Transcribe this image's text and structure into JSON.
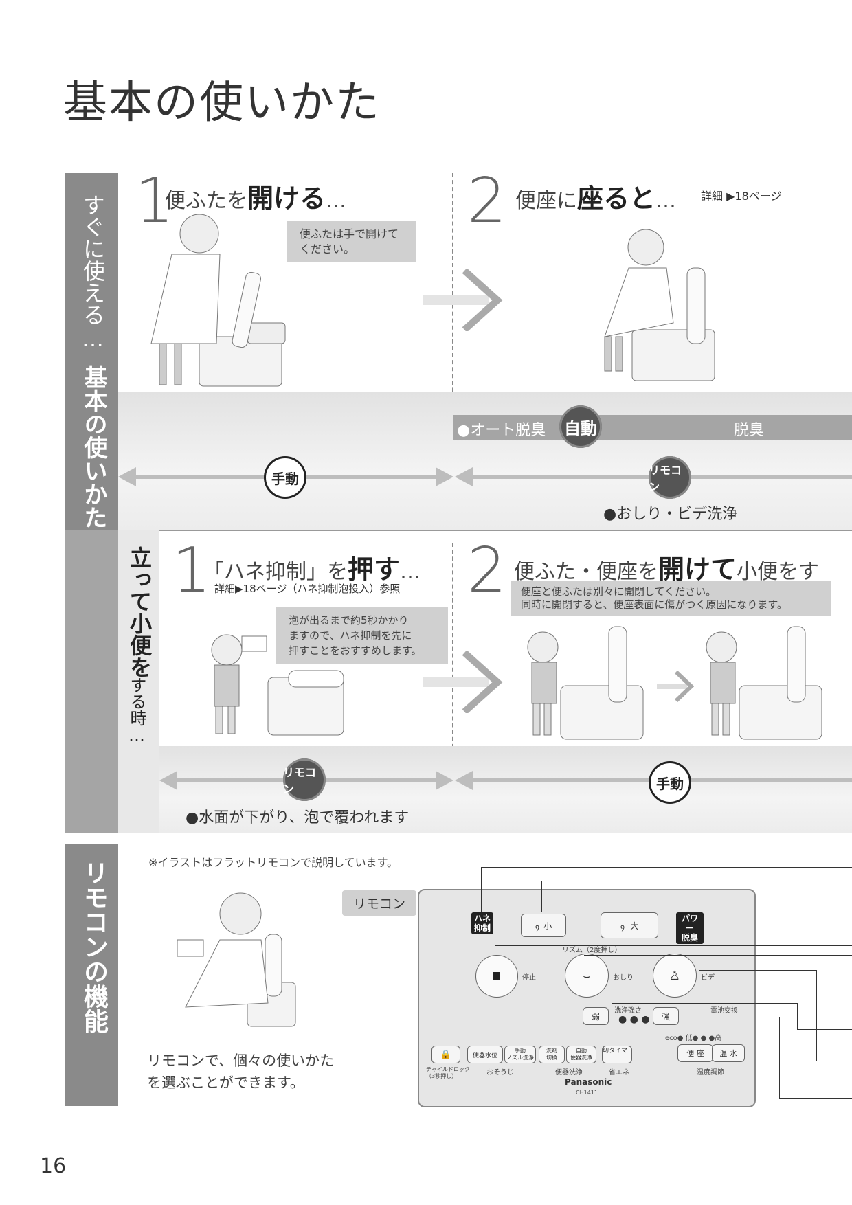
{
  "page": {
    "title": "基本の使いかた",
    "page_number": "16"
  },
  "sidebar": {
    "section1_a": "すぐに使える…",
    "section1_b": "基本の使いかた",
    "section2_a": "立って小便を",
    "section2_b": "する時…",
    "section3": "リモコンの機能"
  },
  "step1": {
    "number": "1",
    "text_a": "便ふたを",
    "text_bold": "開ける",
    "text_c": "…",
    "note": "便ふたは手で開けて\nください。"
  },
  "step2": {
    "number": "2",
    "text_a": "便座に",
    "text_bold": "座ると",
    "text_c": "…",
    "detail": "詳細 ▶18ページ"
  },
  "band1": {
    "auto_label": "●オート脱臭",
    "auto_badge": "自動",
    "deodorize": "脱臭",
    "manual_badge": "手動",
    "remote_badge": "リモコン",
    "remote_text": "●おしり・ビデ洗浄"
  },
  "step3": {
    "number": "1",
    "text_a": "「ハネ抑制」を",
    "text_bold": "押す",
    "text_c": "…",
    "detail": "詳細▶18ページ（ハネ抑制泡投入）参照",
    "note": "泡が出るまで約5秒かかり\nますので、ハネ抑制を先に\n押すことをおすすめします。"
  },
  "step4": {
    "number": "2",
    "text_a": "便ふた・便座を",
    "text_bold": "開けて",
    "text_c": "小便をする…",
    "note": "便座と便ふたは別々に開閉してください。\n同時に開閉すると、便座表面に傷がつく原因になります。"
  },
  "band2": {
    "remote_badge": "リモコン",
    "remote_text": "●水面が下がり、泡で覆われます",
    "manual_badge": "手動"
  },
  "remote_section": {
    "illust_note": "※イラストはフラットリモコンで説明しています。",
    "caption": "リモコンで、個々の使いかた\nを選ぶことができます。",
    "label": "リモコン"
  },
  "remote": {
    "hane": "ハネ\n抑制",
    "small": "小",
    "large": "大",
    "power": "パワー\n脱臭",
    "rhythm": "リズム（2度押し）",
    "stop": "停止",
    "oshiri": "おしり",
    "bidet": "ビデ",
    "weak": "弱",
    "strength": "洗浄強さ",
    "strong": "強",
    "battery": "電池交換",
    "eco": "eco● 低● ● ●高",
    "btn_water": "便器水位",
    "btn_nozzle": "手動\nノズル洗浄",
    "btn_wash": "洗剤\n切換",
    "btn_auto": "自動\n便器洗浄",
    "btn_timer": "切タイマー",
    "btn_seat": "便 座",
    "btn_warm": "温 水",
    "lbl_lock": "チャイルドロック\n（3秒押し）",
    "lbl_clean": "おそうじ",
    "lbl_bowl": "便器洗浄",
    "lbl_eco": "省エネ",
    "lbl_temp": "温度調節",
    "brand": "Panasonic",
    "model": "CH1411"
  }
}
